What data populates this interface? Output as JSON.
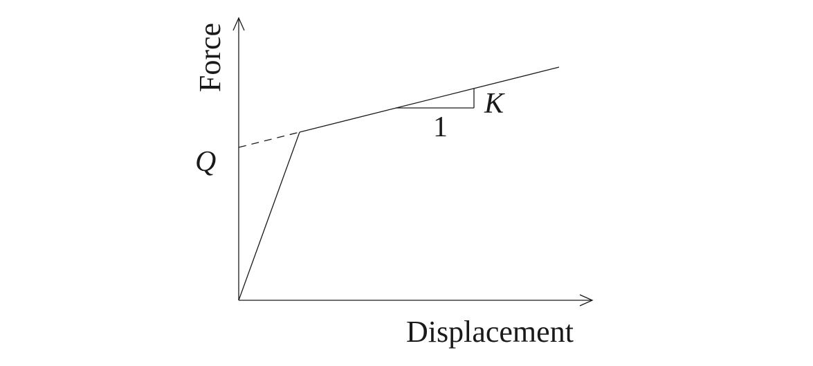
{
  "figure": {
    "y_axis_label": "Force",
    "x_axis_label": "Displacement",
    "intercept_label": "Q",
    "slope_label": "K",
    "slope_run_label": "1"
  },
  "colors": {
    "line": "#1a1a1a",
    "background": "#ffffff"
  }
}
